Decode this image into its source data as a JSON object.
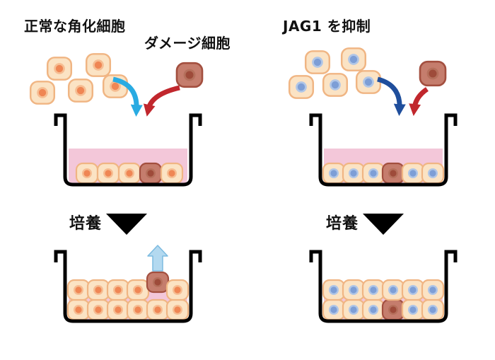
{
  "labels": {
    "left_title": "正常な角化細胞",
    "damaged_cell": "ダメージ細胞",
    "right_title": "JAG1 を抑制",
    "culture_left": "培養",
    "culture_right": "培養"
  },
  "colors": {
    "background": "#ffffff",
    "text": "#111111",
    "outline_black": "#000000",
    "cell_fill": "#fbe3c4",
    "cell_stroke": "#f0b583",
    "nucleus_orange_ring": "#f6bd92",
    "nucleus_orange": "#ef8654",
    "nucleus_blue_ring": "#b0c6e7",
    "nucleus_blue": "#7d9ed6",
    "damaged_fill": "#c57d6d",
    "damaged_stroke": "#a34f3f",
    "damaged_nucleus_ring": "#b5705c",
    "damaged_nucleus": "#9e4b3a",
    "medium_pink": "#f3c7d9",
    "arrow_blue_light": "#29abe2",
    "arrow_blue_dark": "#1f4e9c",
    "arrow_red": "#c1272d",
    "extrude_fill": "#b3d9f0",
    "extrude_stroke": "#7cbbe0"
  }
}
